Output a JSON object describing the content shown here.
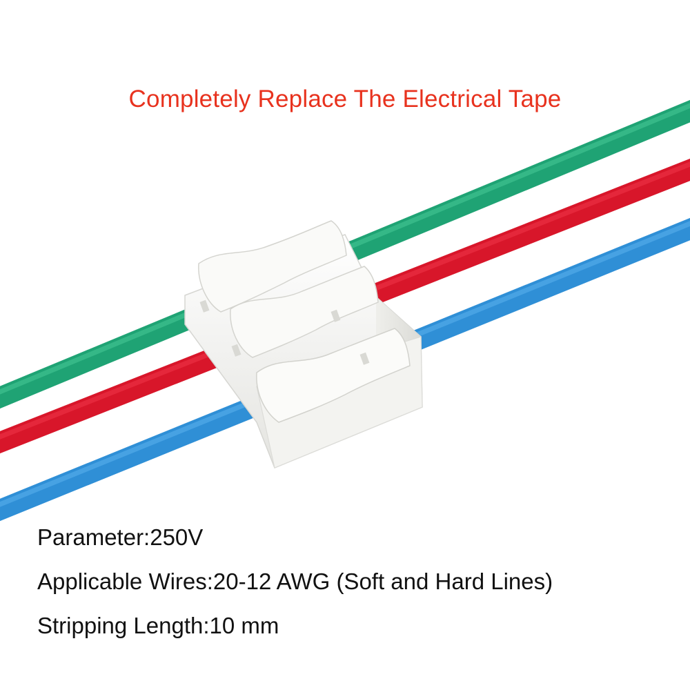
{
  "headline": {
    "text": "Completely Replace The Electrical Tape",
    "color": "#e8321e"
  },
  "specs": [
    {
      "text": "Parameter:250V"
    },
    {
      "text": "Applicable Wires:20-12 AWG (Soft and Hard Lines)"
    },
    {
      "text": "Stripping Length:10 mm"
    }
  ],
  "wires": [
    {
      "name": "green-wire",
      "color": "#1fa374",
      "highlight": "#45c795"
    },
    {
      "name": "red-wire",
      "color": "#d8162a",
      "highlight": "#f0364a"
    },
    {
      "name": "blue-wire",
      "color": "#2f8fd6",
      "highlight": "#5cb2ef"
    }
  ],
  "connector": {
    "body_color": "#f7f7f5",
    "shadow_color": "#dcdcd8"
  }
}
